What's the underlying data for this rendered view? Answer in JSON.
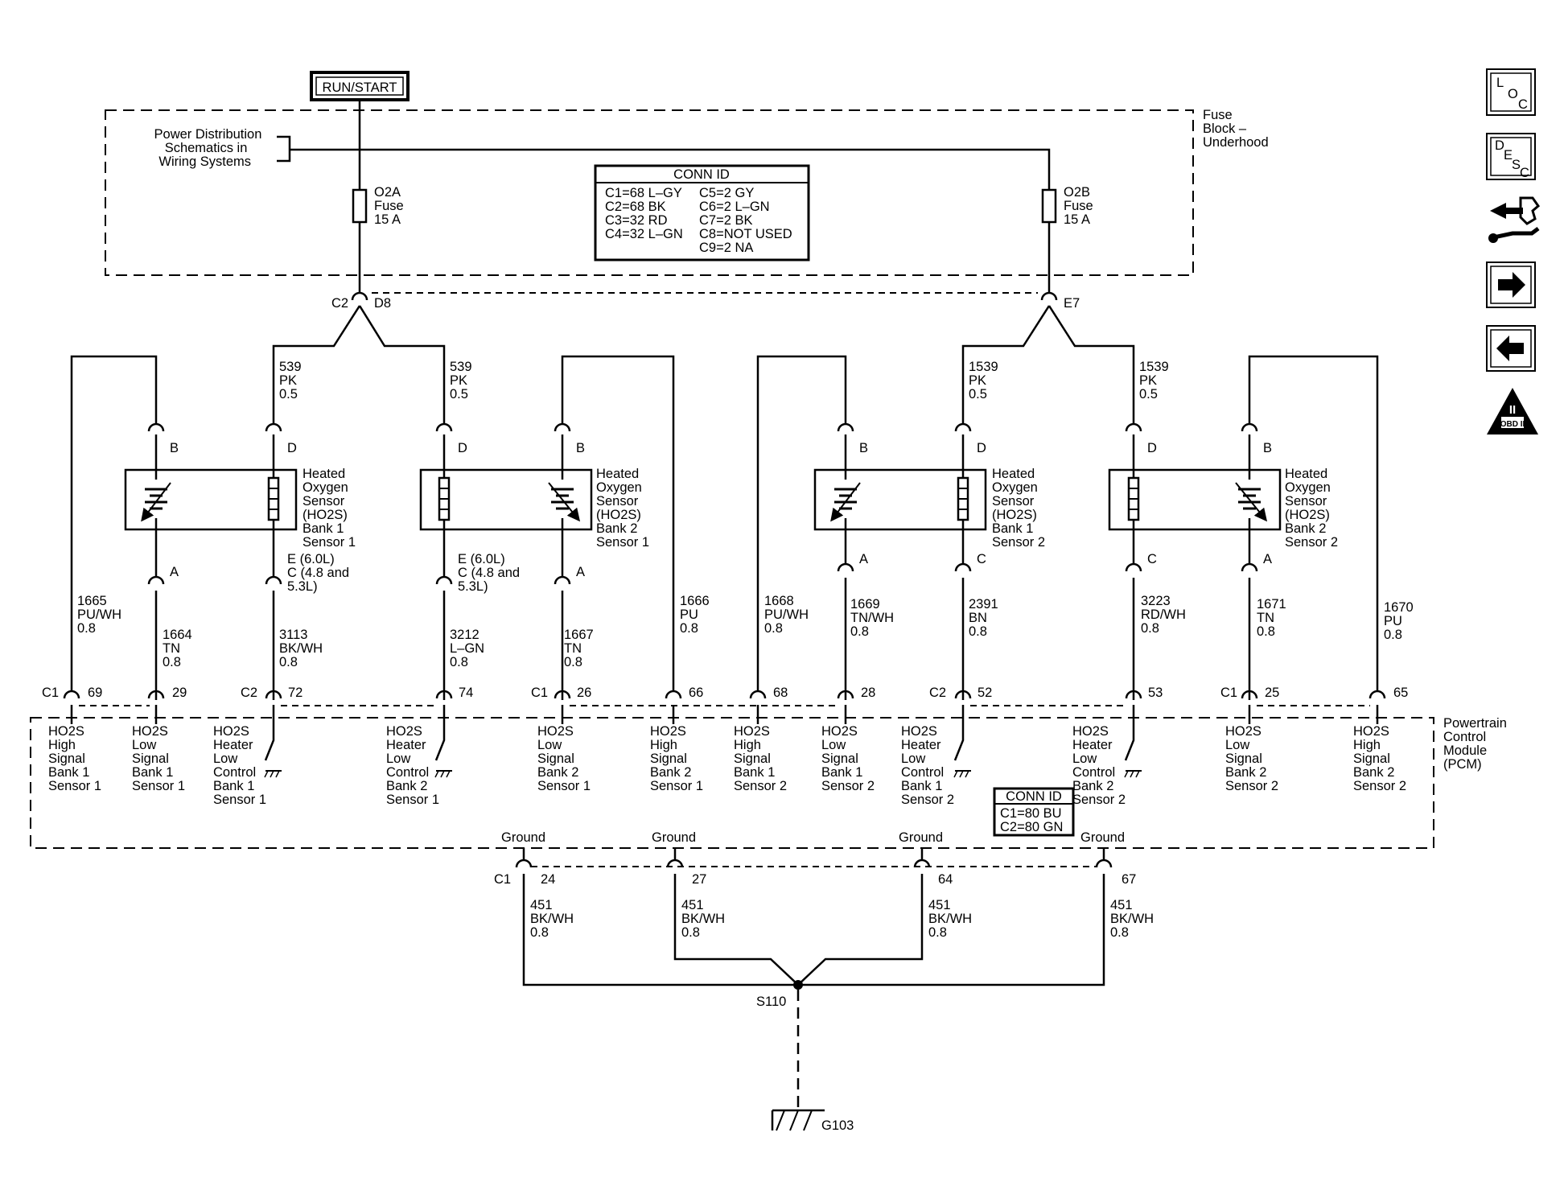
{
  "run_start": "RUN/START",
  "fuse_block": [
    "Fuse",
    "Block –",
    "Underhood"
  ],
  "power_dist": [
    "Power Distribution",
    "Schematics in",
    "Wiring Systems"
  ],
  "fuses": {
    "o2a": [
      "O2A",
      "Fuse",
      "15 A"
    ],
    "o2b": [
      "O2B",
      "Fuse",
      "15 A"
    ]
  },
  "conn_id_top": {
    "title": "CONN ID",
    "left": [
      "C1=68 L–GY",
      "C2=68 BK",
      "C3=32 RD",
      "C4=32 L–GN"
    ],
    "right": [
      "C5=2 GY",
      "C6=2 L–GN",
      "C7=2 BK",
      "C8=NOT USED",
      "C9=2 NA"
    ]
  },
  "top_connectors": {
    "c2": "C2",
    "d8": "D8",
    "e7": "E7"
  },
  "sensor_names": [
    [
      "Heated",
      "Oxygen",
      "Sensor",
      "(HO2S)",
      "Bank 1",
      "Sensor 1"
    ],
    [
      "Heated",
      "Oxygen",
      "Sensor",
      "(HO2S)",
      "Bank 2",
      "Sensor 1"
    ],
    [
      "Heated",
      "Oxygen",
      "Sensor",
      "(HO2S)",
      "Bank 1",
      "Sensor 2"
    ],
    [
      "Heated",
      "Oxygen",
      "Sensor",
      "(HO2S)",
      "Bank 2",
      "Sensor 2"
    ]
  ],
  "terminals": {
    "a": "A",
    "b": "B",
    "c": "C",
    "d": "D"
  },
  "heater_low_terminal": [
    "E (6.0L)",
    "C (4.8 and",
    "5.3L)"
  ],
  "power_wires": [
    [
      "539",
      "PK",
      "0.5"
    ],
    [
      "539",
      "PK",
      "0.5"
    ],
    [
      "1539",
      "PK",
      "0.5"
    ],
    [
      "1539",
      "PK",
      "0.5"
    ]
  ],
  "signal_wires": {
    "w1665": [
      "1665",
      "PU/WH",
      "0.8"
    ],
    "w1664": [
      "1664",
      "TN",
      "0.8"
    ],
    "w3113": [
      "3113",
      "BK/WH",
      "0.8"
    ],
    "w3212": [
      "3212",
      "L–GN",
      "0.8"
    ],
    "w1667": [
      "1667",
      "TN",
      "0.8"
    ],
    "w1666": [
      "1666",
      "PU",
      "0.8"
    ],
    "w1668": [
      "1668",
      "PU/WH",
      "0.8"
    ],
    "w1669": [
      "1669",
      "TN/WH",
      "0.8"
    ],
    "w2391": [
      "2391",
      "BN",
      "0.8"
    ],
    "w3223": [
      "3223",
      "RD/WH",
      "0.8"
    ],
    "w1671": [
      "1671",
      "TN",
      "0.8"
    ],
    "w1670": [
      "1670",
      "PU",
      "0.8"
    ]
  },
  "pcm_connectors": {
    "c1": "C1",
    "c2": "C2"
  },
  "pcm_pins": [
    "69",
    "29",
    "72",
    "74",
    "26",
    "66",
    "68",
    "28",
    "52",
    "53",
    "25",
    "65"
  ],
  "pcm_functions": [
    [
      "HO2S",
      "High",
      "Signal",
      "Bank 1",
      "Sensor 1"
    ],
    [
      "HO2S",
      "Low",
      "Signal",
      "Bank 1",
      "Sensor 1"
    ],
    [
      "HO2S",
      "Heater",
      "Low",
      "Control",
      "Bank 1",
      "Sensor 1"
    ],
    [
      "HO2S",
      "Heater",
      "Low",
      "Control",
      "Bank 2",
      "Sensor 1"
    ],
    [
      "HO2S",
      "Low",
      "Signal",
      "Bank 2",
      "Sensor 1"
    ],
    [
      "HO2S",
      "High",
      "Signal",
      "Bank 2",
      "Sensor 1"
    ],
    [
      "HO2S",
      "High",
      "Signal",
      "Bank 1",
      "Sensor 2"
    ],
    [
      "HO2S",
      "Low",
      "Signal",
      "Bank 1",
      "Sensor 2"
    ],
    [
      "HO2S",
      "Heater",
      "Low",
      "Control",
      "Bank 1",
      "Sensor 2"
    ],
    [
      "HO2S",
      "Heater",
      "Low",
      "Control",
      "Bank 2",
      "Sensor 2"
    ],
    [
      "HO2S",
      "Low",
      "Signal",
      "Bank 2",
      "Sensor 2"
    ],
    [
      "HO2S",
      "High",
      "Signal",
      "Bank 2",
      "Sensor 2"
    ]
  ],
  "pcm_label": [
    "Powertrain",
    "Control",
    "Module",
    "(PCM)"
  ],
  "conn_id_pcm": {
    "title": "CONN ID",
    "lines": [
      "C1=80 BU",
      "C2=80 GN"
    ]
  },
  "ground_label": "Ground",
  "ground_connector": "C1",
  "ground_pins": [
    "24",
    "27",
    "64",
    "67"
  ],
  "ground_wire": [
    "451",
    "BK/WH",
    "0.8"
  ],
  "splice": "S110",
  "ground_point": "G103",
  "nav": {
    "loc": [
      "L",
      "O",
      "C"
    ],
    "desc": [
      "D",
      "E",
      "S",
      "C"
    ],
    "obd": [
      "II",
      "OBD II"
    ]
  }
}
